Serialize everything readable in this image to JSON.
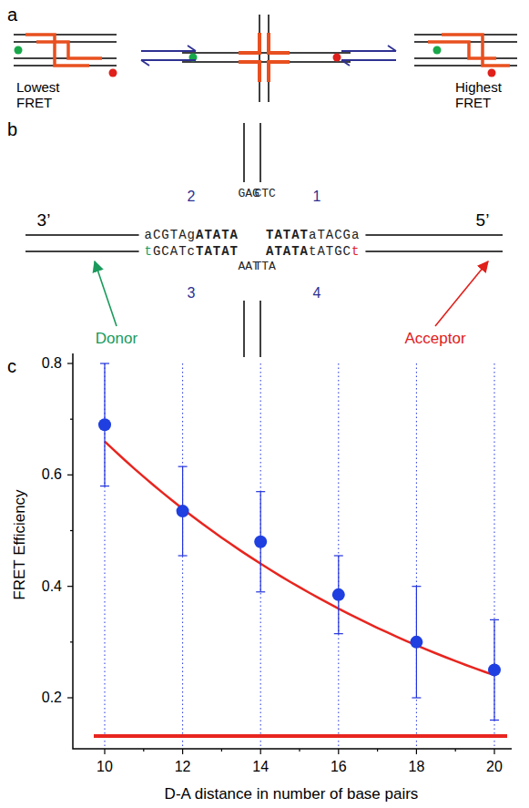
{
  "diagram": {
    "labels": [
      "a",
      "Lowest FRET",
      "Highest FRET",
      "b",
      "2",
      "1",
      "3",
      "4",
      "3’",
      "5’",
      "aCGTAg",
      "ATATA",
      "TATAT",
      "aTACGa",
      "t",
      "GCATc",
      "TATAT",
      "ATATA",
      "tATGC",
      "t",
      "GAG",
      "CTC",
      "AAT",
      "TTA",
      "Donor",
      "Acceptor",
      "c",
      "0.2",
      "0.4",
      "0.6",
      "0.8",
      "10",
      "12",
      "14",
      "16",
      "18",
      "20",
      "FRET Efficiency",
      "D-A distance in number of base pairs"
    ]
  }
}
